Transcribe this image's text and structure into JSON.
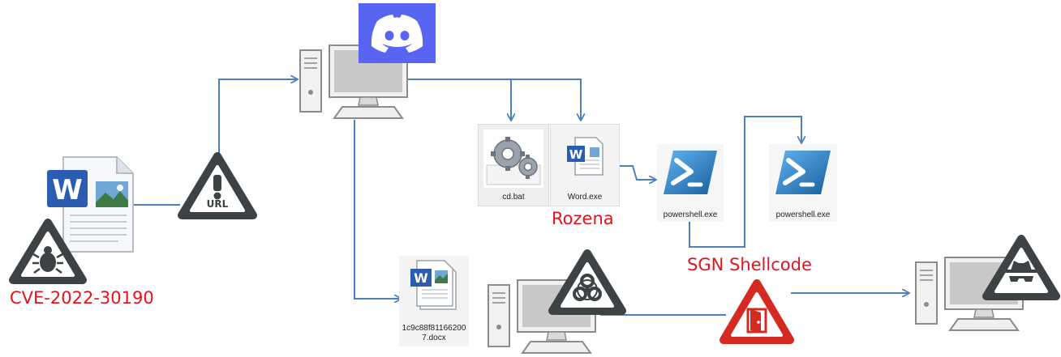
{
  "labels": {
    "cve": "CVE-2022-30190",
    "rozena": "Rozena",
    "sgn": "SGN Shellcode",
    "url": "URL"
  },
  "files": {
    "cd_bat": "cd.bat",
    "word_exe": "Word.exe",
    "powershell_1": "powershell.exe",
    "powershell_2": "powershell.exe",
    "docx_line1": "1c9c88f81166200",
    "docx_line2": "7.docx"
  },
  "icons": {
    "discord": "discord-logo-icon",
    "word_doc": "word-document-icon",
    "bug_warning": "bug-warning-icon",
    "url_warning": "url-warning-icon",
    "biohazard_warning": "biohazard-warning-icon",
    "backdoor_warning": "backdoor-door-warning-icon",
    "spy_warning": "spy-warning-icon",
    "computer": "desktop-computer-icon",
    "gears": "gears-icon",
    "powershell": "powershell-icon"
  },
  "colors": {
    "arrow": "#4a7fc1",
    "warning_dark": "#3d4245",
    "warning_red": "#d42a22",
    "label_red": "#e3141b",
    "discord": "#5865f2",
    "powershell": "#1f78c5"
  }
}
